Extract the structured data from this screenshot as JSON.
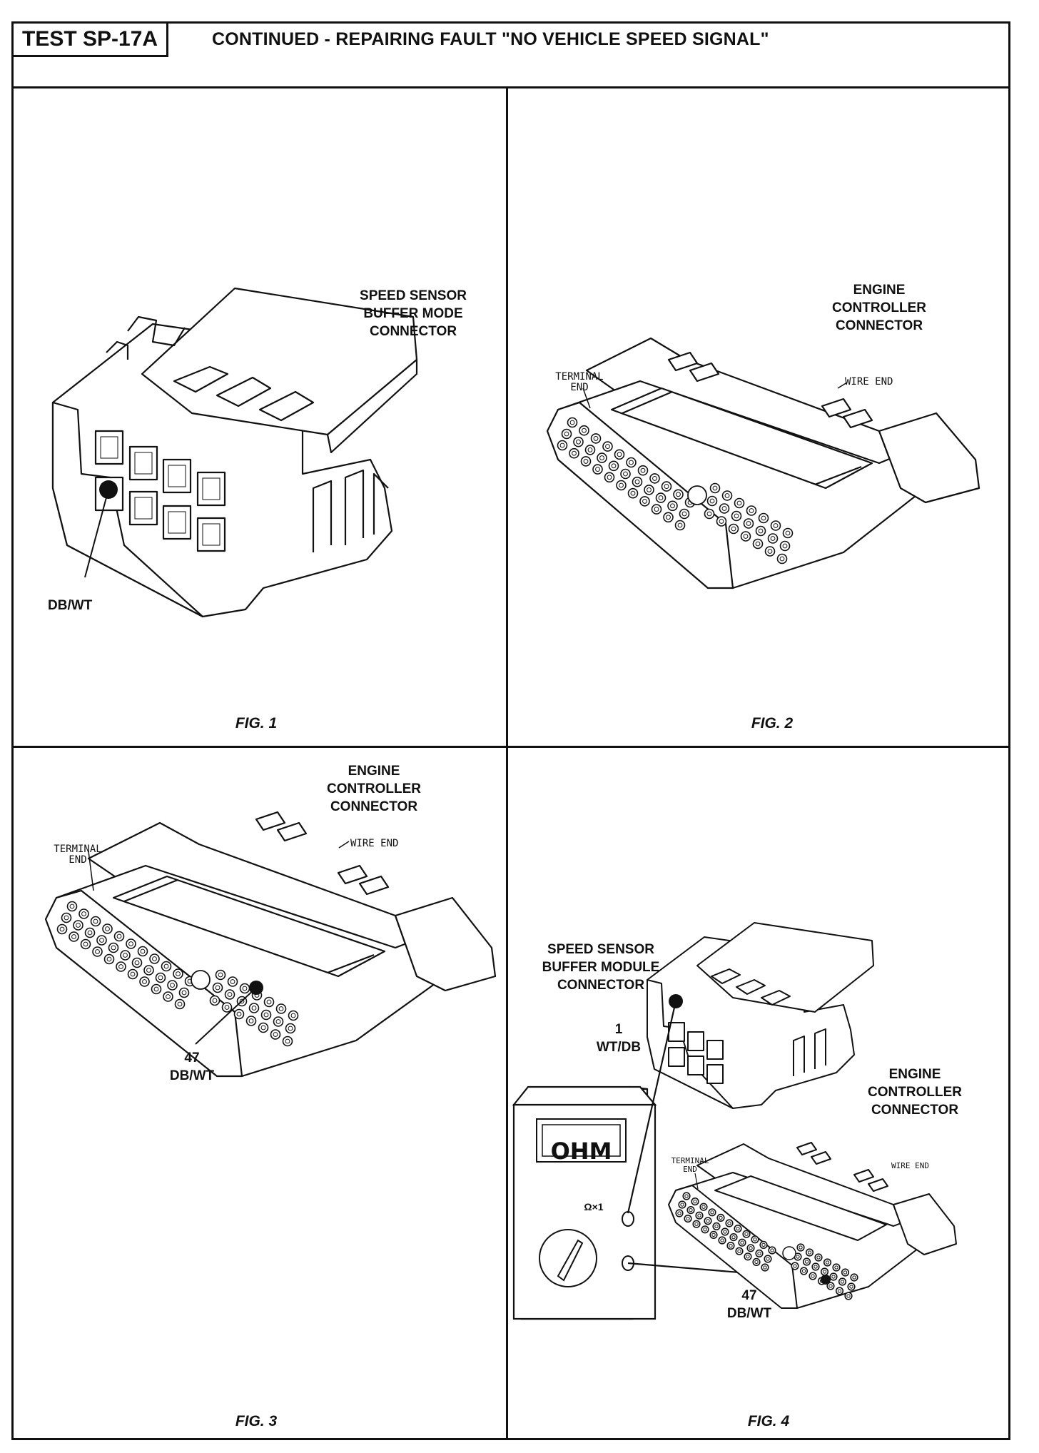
{
  "header": {
    "test_id": "TEST SP-17A",
    "title": "CONTINUED - REPAIRING FAULT \"NO VEHICLE SPEED SIGNAL\""
  },
  "fig1": {
    "connector_label": "SPEED SENSOR\nBUFFER MODE\nCONNECTOR",
    "wire_label": "DB/WT",
    "caption": "FIG. 1"
  },
  "fig2": {
    "connector_label": "ENGINE\nCONTROLLER\nCONNECTOR",
    "terminal_end_label": "TERMINAL\nEND",
    "wire_end_label": "WIRE END",
    "caption": "FIG. 2"
  },
  "fig3": {
    "connector_label": "ENGINE\nCONTROLLER\nCONNECTOR",
    "terminal_end_label": "TERMINAL\nEND",
    "wire_end_label": "WIRE END",
    "pin_label": "47\nDB/WT",
    "caption": "FIG. 3"
  },
  "fig4": {
    "buffer_label": "SPEED SENSOR\nBUFFER MODULE\nCONNECTOR",
    "buffer_pin_label": "1\nWT/DB",
    "controller_label": "ENGINE\nCONTROLLER\nCONNECTOR",
    "terminal_end_label": "TERMINAL\nEND",
    "wire_end_label": "WIRE END",
    "pin_label": "47\nDB/WT",
    "meter_display": "OHM",
    "meter_range": "Ω×1",
    "caption": "FIG. 4"
  }
}
